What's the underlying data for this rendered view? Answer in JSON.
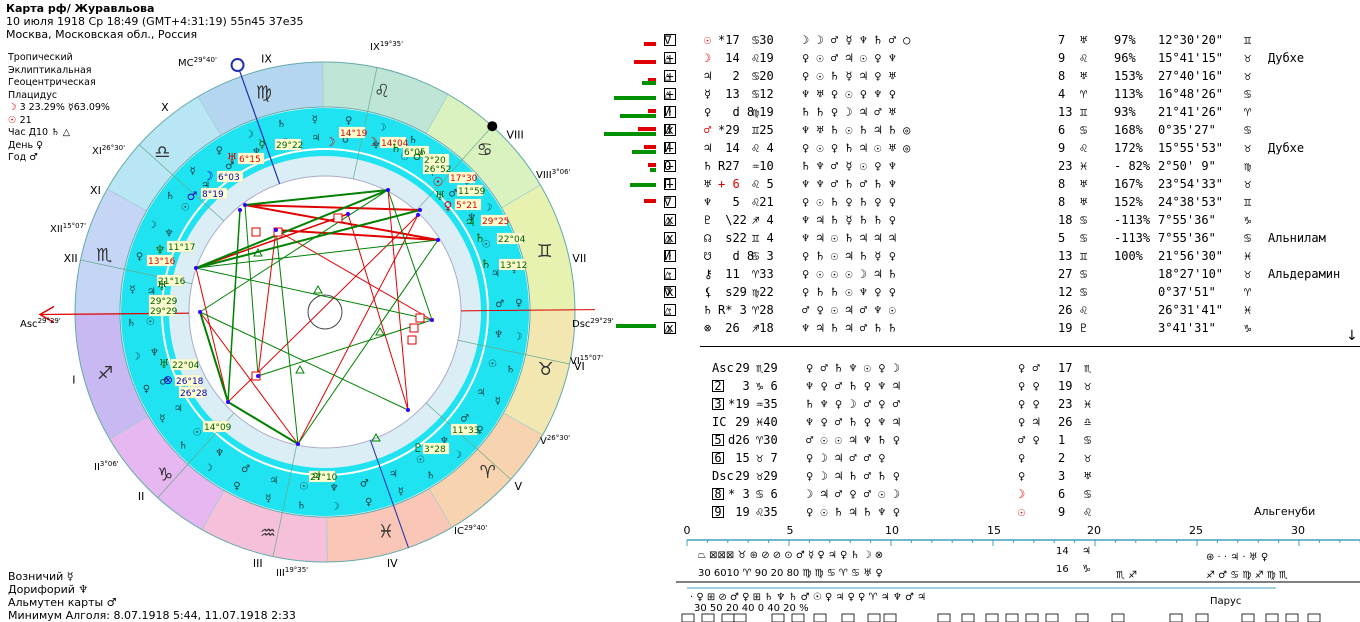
{
  "header": {
    "title": "Карта рф/ Журавльова",
    "datetime": "10 июля 1918  Ср  18:49 (GMT+4:31:19) 55n45  37e35",
    "place": "Москва, Московская обл., Россия"
  },
  "left_info": {
    "lines": [
      "Тропический",
      "Эклиптикальная",
      "Геоцентрическая",
      "Плацидус"
    ],
    "moon_pct": "3 23.29%",
    "merc_pct": "63.09%",
    "sun_val": "21",
    "hour_label": "Час Д10",
    "day_label": "День",
    "year_label": "Год"
  },
  "bottom_info": {
    "line1": "Возничий ☿",
    "line2": "Дорифорий ♆",
    "line3": "Альмутен карты ♂",
    "line4": "Минимум Алголя: 8.07.1918 5:44, 11.07.1918 2:33"
  },
  "wheel": {
    "houses": {
      "I": "I",
      "II": "II",
      "III": "III",
      "IV": "IV",
      "V": "V",
      "VI": "VI",
      "VII": "VII",
      "VIII": "VIII",
      "IX": "IX",
      "X": "X",
      "XI": "XI",
      "XII": "XII"
    },
    "cusps": {
      "mc": "MC",
      "mc_deg": "29°40'",
      "ix2": "IX",
      "ix2_deg": "19°35'",
      "viii2": "VIII",
      "viii2_deg": "3°06'",
      "xi2": "XI",
      "xi2_deg": "26°30'",
      "xii2": "XII",
      "xii2_deg": "15°07'",
      "asc": "Asc",
      "asc_deg": "29°29'",
      "dsc": "Dsc",
      "dsc_deg": "29°29'",
      "vi2": "VI",
      "vi2_deg": "15°07'",
      "v2": "V",
      "v2_deg": "26°30'",
      "ic": "IC",
      "ic_deg": "29°40'",
      "ii2": "II",
      "ii2_deg": "3°06'",
      "iii2": "III",
      "iii2_deg": "19°35'"
    },
    "planet_labels": [
      {
        "t": "14°19",
        "c": "#e00000"
      },
      {
        "t": "14°04",
        "c": "#e00000"
      },
      {
        "t": "29°22",
        "c": "#006000"
      },
      {
        "t": "6°05",
        "c": "#006000"
      },
      {
        "t": "2°20",
        "c": "#006000"
      },
      {
        "t": "26°52",
        "c": "#006000"
      },
      {
        "t": "17°30",
        "c": "#e00000"
      },
      {
        "t": "11°59",
        "c": "#006000"
      },
      {
        "t": "5°21",
        "c": "#e00000"
      },
      {
        "t": "6°15",
        "c": "#e00000"
      },
      {
        "t": "6°03",
        "c": "#0000c0"
      },
      {
        "t": "8°19",
        "c": "#0000c0"
      },
      {
        "t": "29°25",
        "c": "#e00000"
      },
      {
        "t": "22°04",
        "c": "#006000"
      },
      {
        "t": "13°12",
        "c": "#006000"
      },
      {
        "t": "11°17",
        "c": "#006000"
      },
      {
        "t": "13°16",
        "c": "#e00000"
      },
      {
        "t": "21°16",
        "c": "#006000"
      },
      {
        "t": "29°29",
        "c": "#006000"
      },
      {
        "t": "29°29",
        "c": "#006000"
      },
      {
        "t": "22°04",
        "c": "#006000"
      },
      {
        "t": "26°18",
        "c": "#0000c0"
      },
      {
        "t": "26°28",
        "c": "#0000c0"
      },
      {
        "t": "14°09",
        "c": "#006000"
      },
      {
        "t": "11°33",
        "c": "#006000"
      },
      {
        "t": "3°28",
        "c": "#006000"
      },
      {
        "t": "27°10",
        "c": "#006000"
      }
    ]
  },
  "planet_table": {
    "rows": [
      {
        "a": "☉",
        "b": "*17",
        "c": "♋30",
        "d": "☽ ☽ ♂ ☿ ♆ ♄ ♂ ○",
        "e": "7",
        "f": "♅",
        "g": "97%",
        "h": "12°30'20\"",
        "i": "♊",
        "j": ""
      },
      {
        "a": "☽",
        "b": " 14",
        "c": "♌19",
        "d": "♀ ☉ ♂ ♃ ☉ ♀ ♆",
        "e": "9",
        "f": "♌",
        "g": "96%",
        "h": "15°41'15\"",
        "i": "♉",
        "j": "Дубхе"
      },
      {
        "a": "♃",
        "b": "  2",
        "c": "♋20",
        "d": "♀ ☉ ♄ ☿ ♃ ♀ ♅",
        "e": "8",
        "f": "♅",
        "g": "153%",
        "h": "27°40'16\"",
        "i": "♉",
        "j": ""
      },
      {
        "a": "☿",
        "b": " 13",
        "c": "♋12",
        "d": "♆ ♅ ♀ ☉ ♀ ♆ ♀",
        "e": "4",
        "f": "♈",
        "g": "113%",
        "h": "16°48'26\"",
        "i": "♋",
        "j": ""
      },
      {
        "a": "♀",
        "b": "  d 8",
        "c": "♍19",
        "d": "♄ ♄ ♀ ☽ ♃ ♂ ♅",
        "e": "13",
        "f": "♊",
        "g": "93%",
        "h": "21°41'26\"",
        "i": "♈",
        "j": ""
      },
      {
        "a": "♂",
        "b": "*29",
        "c": "♊25",
        "d": "♆ ♅ ♄ ☉ ♄ ♃ ♄ ◎",
        "e": "6",
        "f": "♋",
        "g": "168%",
        "h": "0°35'27\"",
        "i": "♋",
        "j": ""
      },
      {
        "a": "♃",
        "b": " 14",
        "c": "♌ 4",
        "d": "♀ ☉ ♀ ♄ ♃ ☉ ♅ ◎",
        "e": "9",
        "f": "♌",
        "g": "172%",
        "h": "15°55'53\"",
        "i": "♉",
        "j": "Дубхе"
      },
      {
        "a": "♄",
        "b": "R27",
        "c": "♒10",
        "d": "♄ ♆ ♂ ☿ ☉ ♀ ♆",
        "e": "23",
        "f": "♓",
        "g": "- 82%",
        "h": "2°50' 9\"",
        "i": "♍",
        "j": ""
      },
      {
        "a": "♅",
        "b": "+ 6",
        "c": "♌ 5",
        "d": "♆ ♆ ♂ ♄ ♂ ♄ ♆",
        "e": "8",
        "f": "♅",
        "g": "167%",
        "h": "23°54'33\"",
        "i": "♉",
        "j": ""
      },
      {
        "a": "♆",
        "b": "  5",
        "c": "♌21",
        "d": "♀ ☉ ♄ ♀ ♄ ♀ ♀",
        "e": "8",
        "f": "♅",
        "g": "152%",
        "h": "24°38'53\"",
        "i": "♊",
        "j": ""
      },
      {
        "a": "♇",
        "b": " \\22",
        "c": "♐ 4",
        "d": "♆ ♃ ♄ ☿ ♄ ♄ ♀",
        "e": "18",
        "f": "♋",
        "g": "-113%",
        "h": "7°55'36\"",
        "i": "♑",
        "j": ""
      },
      {
        "a": "☊",
        "b": " s22",
        "c": "♊ 4",
        "d": "♆ ♃ ☉ ♄ ♃ ♃ ♃",
        "e": "5",
        "f": "♋",
        "g": "-113%",
        "h": "7°55'36\"",
        "i": "♋",
        "j": "Альнилам"
      },
      {
        "a": "☋",
        "b": "  d 8",
        "c": "♋ 3",
        "d": "♀ ♄ ☉ ♃ ♄ ☿ ♀",
        "e": "13",
        "f": "♊",
        "g": "100%",
        "h": "21°56'30\"",
        "i": "♓",
        "j": ""
      },
      {
        "a": "⚷",
        "b": " 11",
        "c": "♈33",
        "d": "♀ ☉ ☉ ☉ ☽ ♃ ♄",
        "e": "27",
        "f": "♋",
        "g": "",
        "h": "18°27'10\"",
        "i": "♉",
        "j": "Альдерамин"
      },
      {
        "a": "⚸",
        "b": " s29",
        "c": "♍22",
        "d": "♀ ♄ ♄ ☉ ♆ ♀ ♀",
        "e": "12",
        "f": "♋",
        "g": "",
        "h": "0°37'51\"",
        "i": "♈",
        "j": ""
      },
      {
        "a": "♄",
        "b": "R* 3",
        "c": "♈28",
        "d": "♂ ♀ ☉ ♃ ♂ ♆ ☉",
        "e": "26",
        "f": "♌",
        "g": "",
        "h": "26°31'41\"",
        "i": "♓",
        "j": ""
      },
      {
        "a": "⊗",
        "b": " 26",
        "c": "♐18",
        "d": "♆ ♃ ♄ ♃ ♂ ♄ ♄",
        "e": "19",
        "f": "♇",
        "g": "",
        "h": "3°41'31\"",
        "i": "♑",
        "j": ""
      }
    ]
  },
  "house_table": {
    "rows": [
      {
        "a": "Asc",
        "b": " 29",
        "c": "♏29",
        "d": "♀ ♂ ♄ ♆ ☉ ♀ ☽",
        "e": "♀ ♂",
        "f": "17",
        "g": "♏"
      },
      {
        "a": "2",
        "b": "  3",
        "c": "♑ 6",
        "d": "♆ ♀ ♂ ♄ ♀ ♆ ♃",
        "e": "♀ ♀",
        "f": "19",
        "g": "♉"
      },
      {
        "a": "3",
        "b": "*19",
        "c": "♒35",
        "d": "♄ ♆ ♀ ☽ ♂ ♀ ♂",
        "e": "♀ ♀",
        "f": "23",
        "g": "♓"
      },
      {
        "a": "IC",
        "b": " 29",
        "c": "♓40",
        "d": "♆ ♀ ♂ ♄ ♀ ♆ ♃",
        "e": "♀ ♃",
        "f": "26",
        "g": "♎"
      },
      {
        "a": "5",
        "b": "d26",
        "c": "♈30",
        "d": "♂ ☉ ☉ ♃ ♆ ♄ ♀",
        "e": "♂ ♀",
        "f": "1",
        "g": "♋"
      },
      {
        "a": "6",
        "b": " 15",
        "c": "♉ 7",
        "d": "♀ ☽ ♃ ♂ ♂ ♀",
        "e": "♀",
        "f": "2",
        "g": "♉"
      },
      {
        "a": "Dsc",
        "b": " 29",
        "c": "♉29",
        "d": "♀ ☽ ♃ ♄ ♂ ♄ ♀",
        "e": "♀",
        "f": "3",
        "g": "♅"
      },
      {
        "a": "8",
        "b": "* 3",
        "c": "♋ 6",
        "d": "☽ ♃ ♂ ♀ ♂ ☉ ☽",
        "e": "☽",
        "f": "6",
        "g": "♋"
      },
      {
        "a": "9",
        "b": " 19",
        "c": "♌35",
        "d": "♀ ☉ ♄ ♃ ♄ ♆ ♀",
        "e": "☉",
        "f": "9",
        "g": "♌"
      }
    ],
    "star": "Альгенуби"
  },
  "scale": {
    "ticks": [
      "0",
      "5",
      "10",
      "15",
      "20",
      "25",
      "30"
    ],
    "row1_numbers": [
      "30",
      "60",
      "10",
      "90",
      "20",
      "80",
      "90"
    ],
    "row1_right": [
      "14",
      "16"
    ],
    "row2_numbers": [
      "30",
      "50",
      "20",
      "40",
      "0",
      "40",
      "20 %"
    ],
    "label_right": "Парус"
  }
}
